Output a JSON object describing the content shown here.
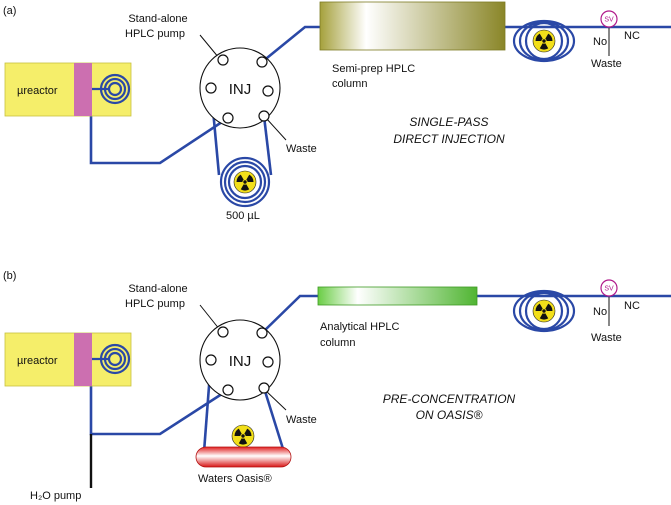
{
  "panel_a": {
    "tag": "(a)",
    "pump_line1": "Stand-alone",
    "pump_line2": "HPLC pump",
    "valve": "INJ",
    "reactor": "µreactor",
    "column_line1": "Semi-prep HPLC",
    "column_line2": "column",
    "waste_valve": "Waste",
    "sv": "SV",
    "no": "No",
    "nc": "NC",
    "waste_out": "Waste",
    "loop": "500 µL",
    "mode_line1": "SINGLE-PASS",
    "mode_line2": "DIRECT INJECTION"
  },
  "panel_b": {
    "tag": "(b)",
    "pump_line1": "Stand-alone",
    "pump_line2": "HPLC pump",
    "valve": "INJ",
    "reactor": "µreactor",
    "column_line1": "Analytical HPLC",
    "column_line2": "column",
    "waste_valve": "Waste",
    "sv": "SV",
    "no": "No",
    "nc": "NC",
    "waste_out": "Waste",
    "cartridge": "Waters Oasis®",
    "h2o": "H₂O pump",
    "mode_line1": "PRE-CONCENTRATION",
    "mode_line2": "ON OASIS®"
  },
  "colors": {
    "tubing": "#2a48a6",
    "reactor_body": "#f5ee6a",
    "reactor_plate": "#cc6fb0",
    "semiprep_column": "#8e8a2e",
    "analytical_column": "#5cc43a",
    "oasis": "#e82a2a",
    "radiation": "#f2df1a",
    "sv_valve": "#b0188a"
  }
}
